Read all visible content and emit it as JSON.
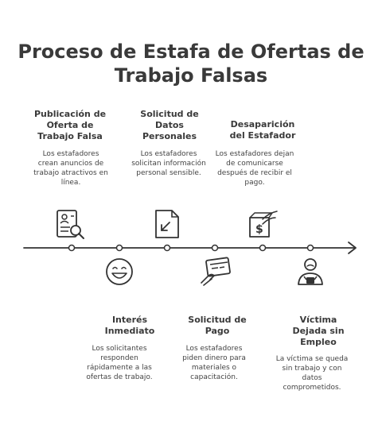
{
  "title_line1": "Proceso de Estafa de Ofertas de",
  "title_line2": "Trabajo Falsas",
  "steps": [
    {
      "title": "Publicación de Oferta de Trabajo Falsa",
      "desc": "Los estafadores crean anuncios de trabajo atractivos en línea.",
      "icon": "job-post-search-icon",
      "position": "top"
    },
    {
      "title": "Interés Inmediato",
      "desc": "Los solicitantes responden rápidamente a las ofertas de trabajo.",
      "icon": "smiley-face-icon",
      "position": "bottom"
    },
    {
      "title": "Solicitud de Datos Personales",
      "desc": "Los estafadores solicitan información personal sensible.",
      "icon": "document-arrow-icon",
      "position": "top"
    },
    {
      "title": "Solicitud de Pago",
      "desc": "Los estafadores piden dinero para materiales o capacitación.",
      "icon": "payment-card-icon",
      "position": "bottom"
    },
    {
      "title": "Desaparición del Estafador",
      "desc": "Los estafadores dejan de comunicarse después de recibir el pago.",
      "icon": "money-hand-icon",
      "position": "top"
    },
    {
      "title": "Víctima Dejada sin Empleo",
      "desc": "La víctima se queda sin trabajo y con datos comprometidos.",
      "icon": "sad-person-icon",
      "position": "bottom"
    }
  ],
  "colors": {
    "line": "#333333",
    "text": "#3a3a3a",
    "background": "#ffffff"
  }
}
